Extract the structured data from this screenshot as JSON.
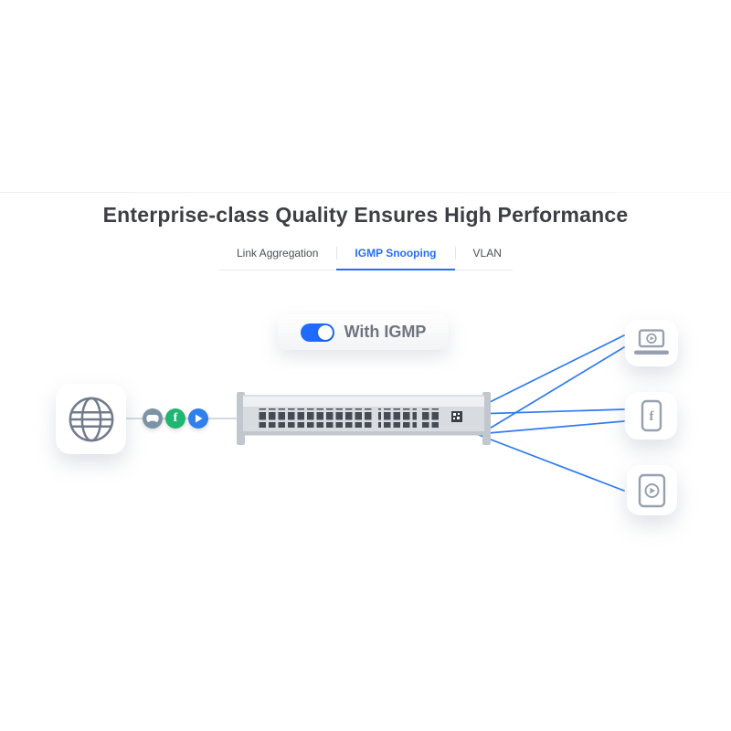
{
  "page": {
    "title": "Enterprise-class Quality Ensures High Performance"
  },
  "tabs": {
    "items": [
      {
        "label": "Link Aggregation",
        "active": false
      },
      {
        "label": "IGMP Snooping",
        "active": true
      },
      {
        "label": "VLAN",
        "active": false
      }
    ],
    "active_color": "#2470f2"
  },
  "toggle": {
    "label": "With IGMP",
    "state": "on",
    "on_color": "#1f6bff"
  },
  "diagram": {
    "source": {
      "icon": "internet-globe-icon"
    },
    "streams": [
      {
        "icon": "game-controller-icon",
        "color": "#7b93a4"
      },
      {
        "icon": "facebook-icon",
        "color": "#21b573",
        "letter": "f"
      },
      {
        "icon": "video-play-icon",
        "color": "#2f80ed"
      }
    ],
    "switch": {
      "icon": "rack-switch"
    },
    "devices": [
      {
        "icon": "laptop-video-icon"
      },
      {
        "icon": "phone-facebook-icon",
        "letter": "f"
      },
      {
        "icon": "tablet-video-icon"
      }
    ],
    "line_color": "#2e7bf2"
  }
}
